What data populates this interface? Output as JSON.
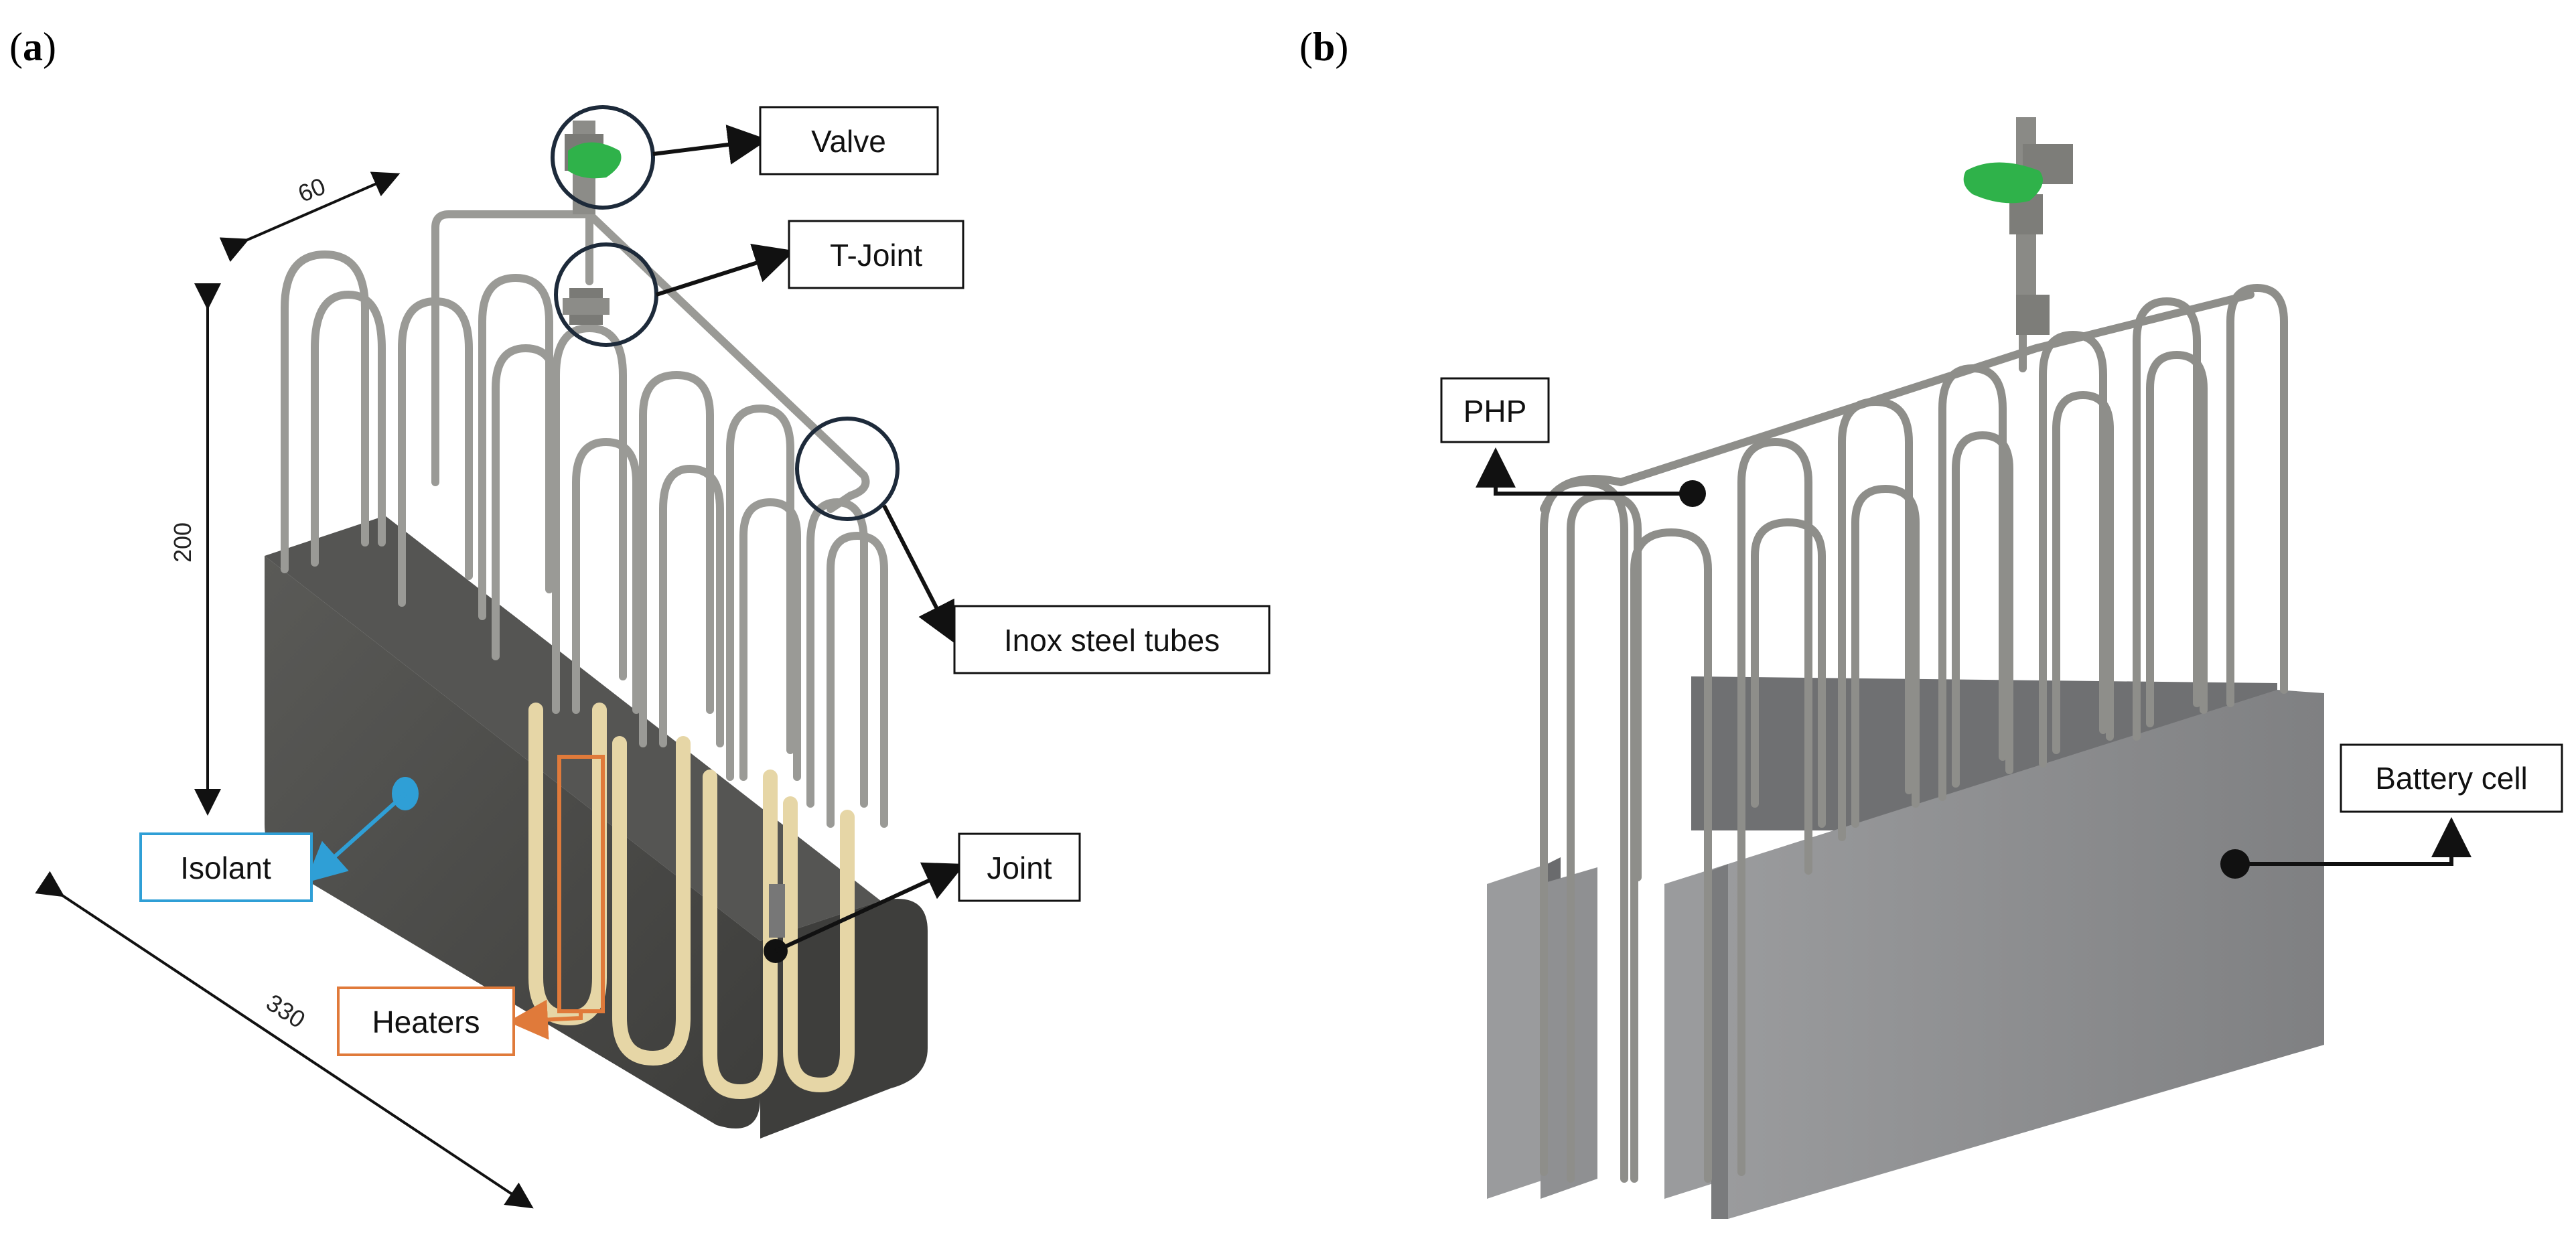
{
  "panels": [
    {
      "id": "a",
      "label": "a"
    },
    {
      "id": "b",
      "label": "b"
    }
  ],
  "panel_a": {
    "labels": {
      "valve": "Valve",
      "t_joint": "T-Joint",
      "inox": "Inox steel tubes",
      "joint": "Joint",
      "isolant": "Isolant",
      "heaters": "Heaters"
    },
    "dimensions": {
      "width": "60",
      "height": "200",
      "length": "330"
    }
  },
  "panel_b": {
    "labels": {
      "php": "PHP",
      "battery": "Battery cell"
    }
  },
  "colors": {
    "isolant_box": "#4a4a48",
    "tube": "#9a9a96",
    "heater": "#e6d6a6",
    "valve_handle": "#2fb24a",
    "isolant_callout": "#2f9fd6",
    "heaters_callout": "#e07a3a",
    "battery": "#8d8e90"
  }
}
